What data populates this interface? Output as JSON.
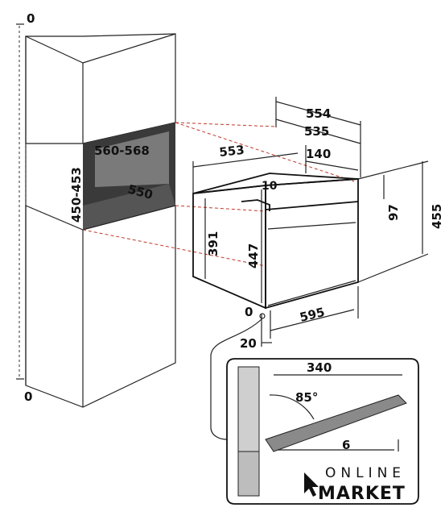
{
  "cabinet": {
    "gap_top": "0",
    "gap_bottom": "0",
    "niche_height": "450-453",
    "niche_width": "560-568",
    "niche_depth": "550"
  },
  "oven": {
    "depth_total": "554",
    "depth_body": "535",
    "depth_front": "140",
    "width_side": "553",
    "top_offset": "10",
    "panel_height": "97",
    "front_height": "455",
    "body_height": "391",
    "side_height": "447",
    "width_front": "595",
    "offset_zero": "0",
    "offset_side": "20"
  },
  "detail": {
    "door_depth": "340",
    "angle": "85°",
    "gap": "6"
  },
  "logo": {
    "line1": "ONLINE",
    "line2": "MARKET"
  }
}
